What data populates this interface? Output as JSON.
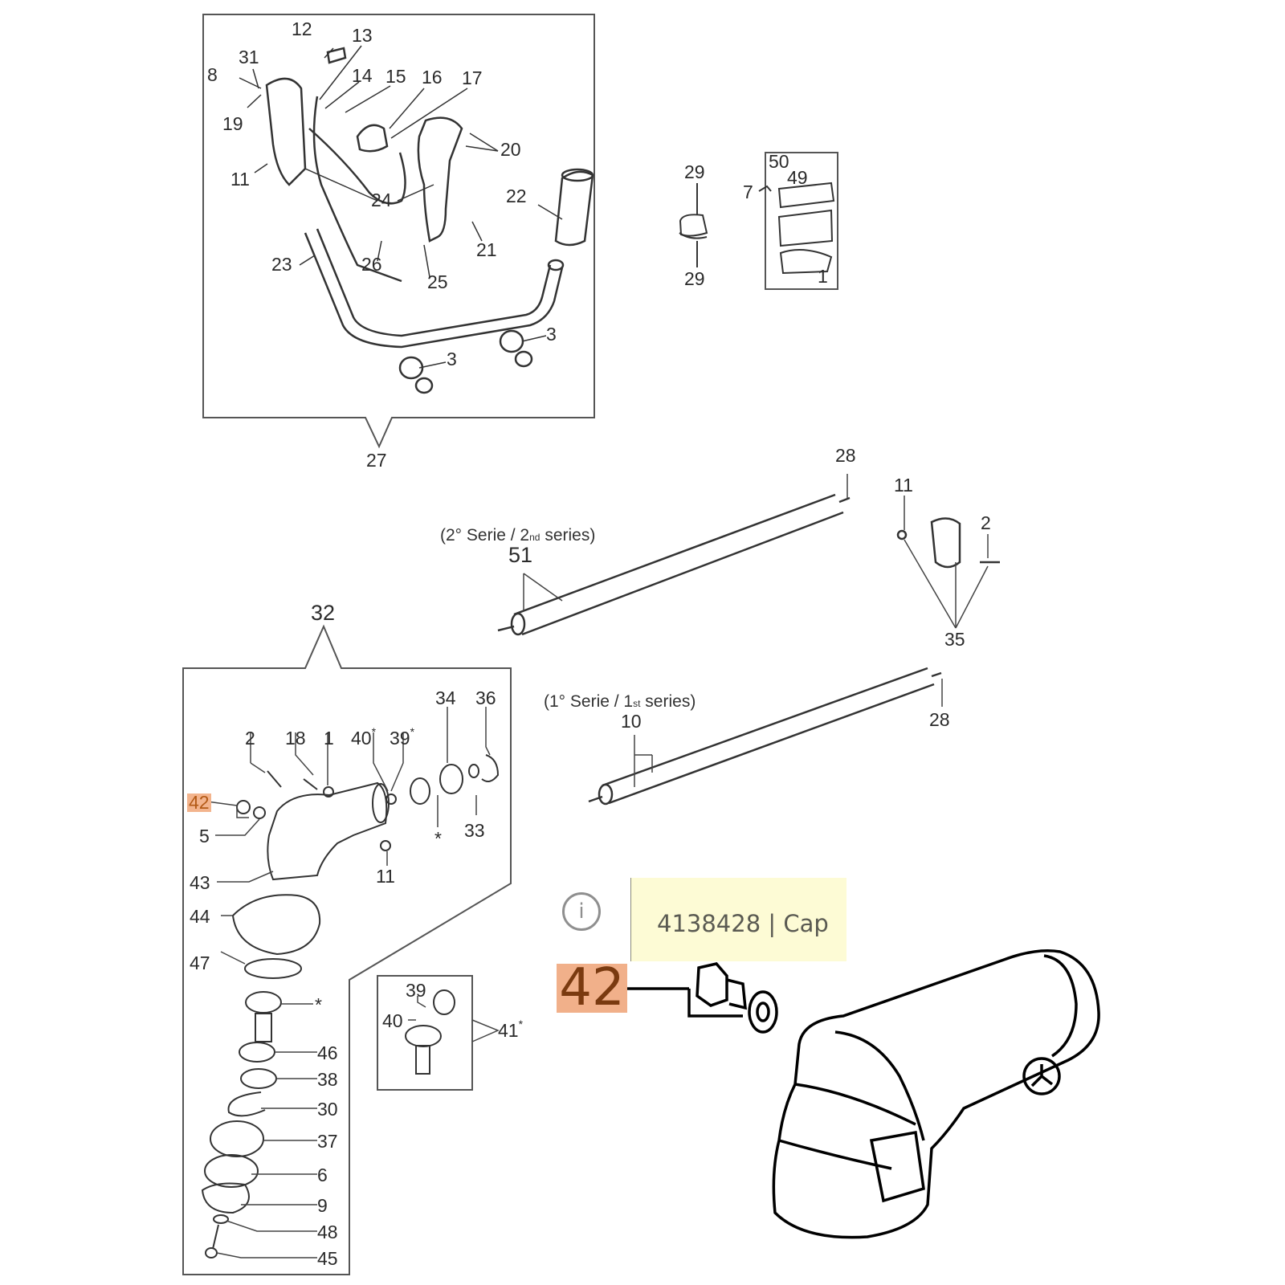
{
  "diagram": {
    "type": "exploded-parts-diagram",
    "groups": {
      "handle_assembly": {
        "callout": "27"
      },
      "gear_head_assembly": {
        "callout": "32"
      },
      "gear_kit": {
        "callout": "41"
      },
      "clamp_kit": {
        "callout": "35"
      },
      "clamp_block": {
        "callout": "7"
      }
    },
    "labels": {
      "l12": "12",
      "l13": "13",
      "l31": "31",
      "l8": "8",
      "l14": "14",
      "l15": "15",
      "l16": "16",
      "l17": "17",
      "l19": "19",
      "l20": "20",
      "l11a": "11",
      "l24": "24",
      "l22": "22",
      "l23": "23",
      "l26": "26",
      "l25": "25",
      "l21": "21",
      "l3a": "3",
      "l3b": "3",
      "l29a": "29",
      "l29b": "29",
      "l50": "50",
      "l49": "49",
      "l7": "7",
      "l1a": "1",
      "l28a": "28",
      "l51": "51",
      "l11b": "11",
      "l2a": "2",
      "l35": "35",
      "l28b": "28",
      "l10": "10",
      "l2b": "2",
      "l18": "18",
      "l1b": "1",
      "l40": "40",
      "l39": "39",
      "l34": "34",
      "l36": "36",
      "l42": "42",
      "l5": "5",
      "l33": "33",
      "l11c": "11",
      "l43": "43",
      "l44": "44",
      "l47": "47",
      "l46": "46",
      "l38": "38",
      "l30": "30",
      "l37": "37",
      "l6": "6",
      "l9": "9",
      "l48": "48",
      "l45": "45",
      "l39b": "39",
      "l40b": "40",
      "l41": "41",
      "l27": "27",
      "l32": "32",
      "star": "*"
    },
    "series_labels": {
      "second_prefix": "(2° Serie / 2",
      "second_ord": "nd",
      "second_suffix": " series)",
      "first_prefix": "(1° Serie / 1",
      "first_ord": "st",
      "first_suffix": " series)"
    }
  },
  "tooltip": {
    "icon": "info-icon",
    "icon_glyph": "i",
    "part_number": "4138428",
    "separator": " | ",
    "part_name": "Cap"
  },
  "selected_part": {
    "callout": "42",
    "highlight_color": "#f1b08a",
    "text_color": "#7a3a10"
  }
}
